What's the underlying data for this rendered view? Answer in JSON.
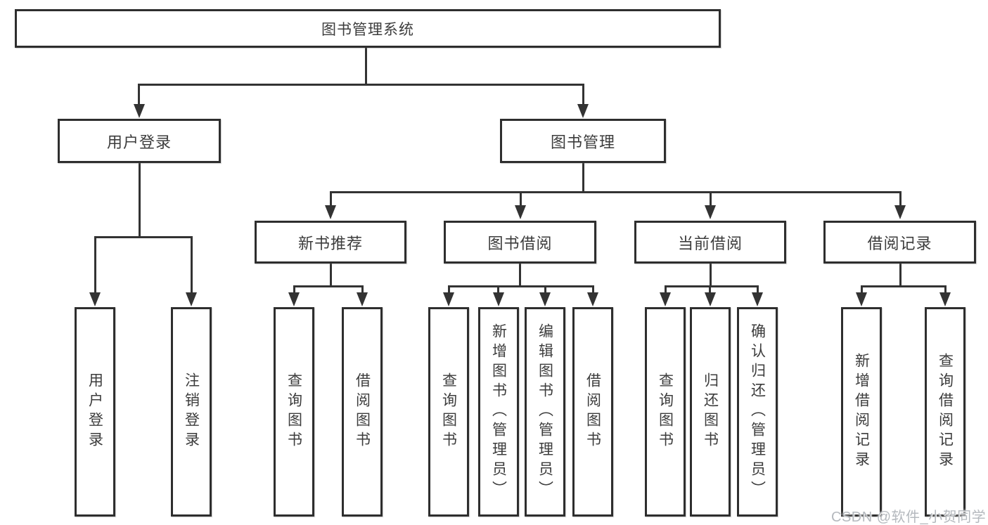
{
  "tree": {
    "root": {
      "label": "图书管理系统"
    },
    "branches": [
      {
        "label": "用户登录",
        "children": [
          {
            "label": "用户登录"
          },
          {
            "label": "注销登录"
          }
        ]
      },
      {
        "label": "图书管理",
        "children": [
          {
            "label": "新书推荐",
            "children": [
              {
                "label": "查询图书"
              },
              {
                "label": "借阅图书"
              }
            ]
          },
          {
            "label": "图书借阅",
            "children": [
              {
                "label": "查询图书"
              },
              {
                "label": "新增图书（管理员）"
              },
              {
                "label": "编辑图书（管理员）"
              },
              {
                "label": "借阅图书"
              }
            ]
          },
          {
            "label": "当前借阅",
            "children": [
              {
                "label": "查询图书"
              },
              {
                "label": "归还图书"
              },
              {
                "label": "确认归还（管理员）"
              }
            ]
          },
          {
            "label": "借阅记录",
            "children": [
              {
                "label": "新增借阅记录"
              },
              {
                "label": "查询借阅记录"
              }
            ]
          }
        ]
      }
    ],
    "watermark": "CSDN @软件_小贺同学",
    "colors": {
      "line": "#333333",
      "box_border": "#2e2e2e",
      "text": "#3c3c3c",
      "watermark": "#b5b9be",
      "background": "#ffffff"
    }
  }
}
